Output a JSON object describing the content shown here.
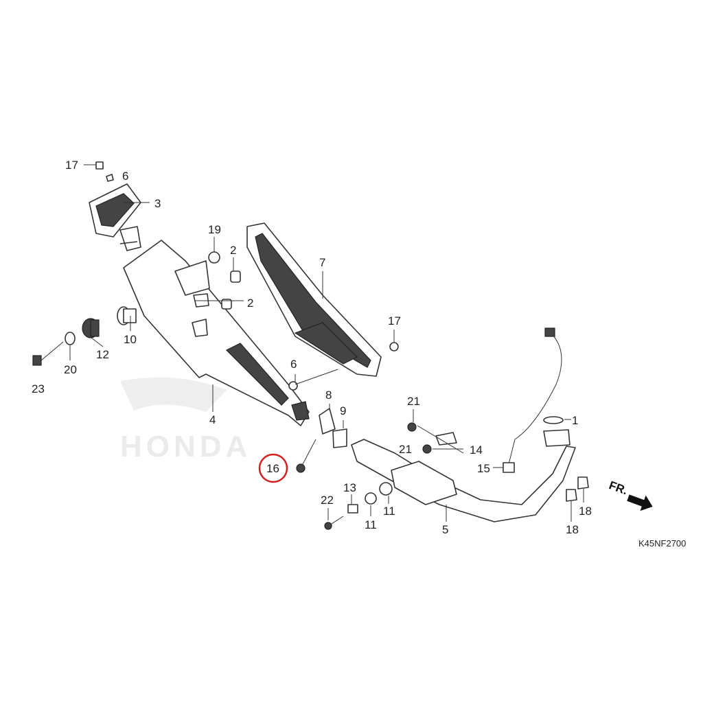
{
  "diagram": {
    "watermark": "HONDA",
    "diagram_code": "K45NF2700",
    "direction_label": "FR.",
    "highlighted_callout": "16",
    "highlight_color": "#d62020",
    "callouts": {
      "c17a": "17",
      "c6a": "6",
      "c3": "3",
      "c19": "19",
      "c2a": "2",
      "c2b": "2",
      "c7": "7",
      "c10": "10",
      "c12": "12",
      "c20": "20",
      "c23": "23",
      "c4": "4",
      "c6b": "6",
      "c17b": "17",
      "c8": "8",
      "c9": "9",
      "c16": "16",
      "c21a": "21",
      "c21b": "21",
      "c14": "14",
      "c1": "1",
      "c15": "15",
      "c18a": "18",
      "c18b": "18",
      "c22": "22",
      "c13": "13",
      "c11a": "11",
      "c11b": "11",
      "c5": "5"
    }
  }
}
